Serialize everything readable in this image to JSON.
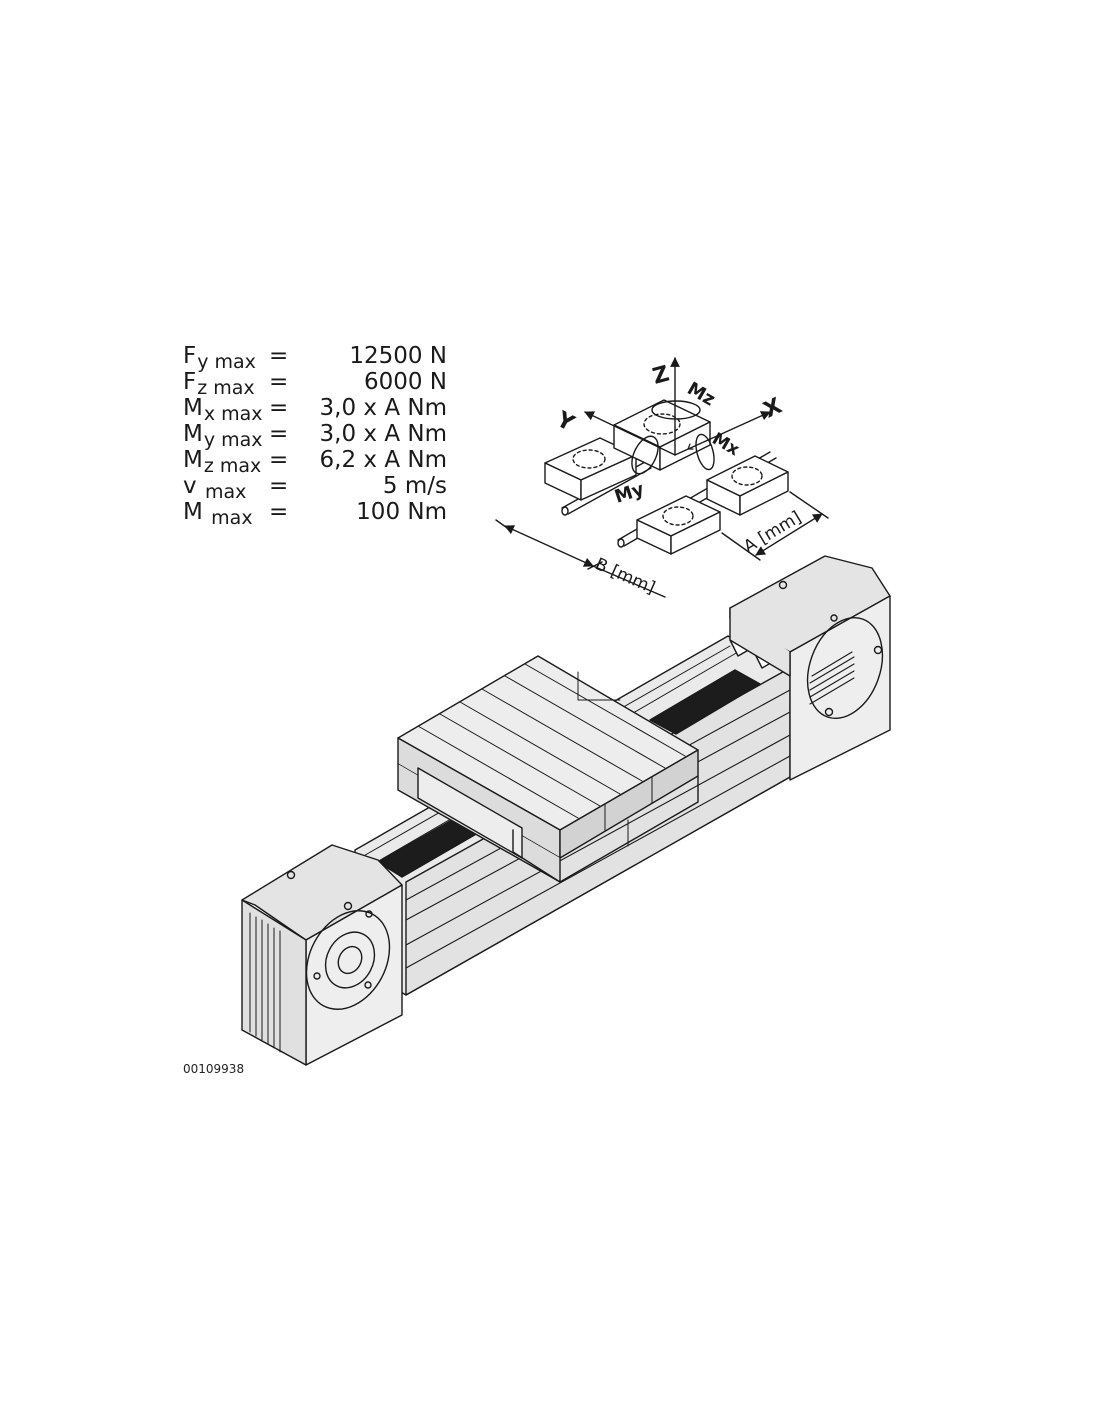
{
  "specs": [
    {
      "sym": "F",
      "sub": "y max",
      "eq": "=",
      "val": "12500 N"
    },
    {
      "sym": "F",
      "sub": "z max",
      "eq": "=",
      "val": "6000 N"
    },
    {
      "sym": "M",
      "sub": "x max",
      "eq": "=",
      "val": "3,0 x A Nm"
    },
    {
      "sym": "M",
      "sub": "y max",
      "eq": "=",
      "val": "3,0 x A Nm"
    },
    {
      "sym": "M",
      "sub": "z max",
      "eq": "=",
      "val": "6,2 x A Nm"
    },
    {
      "sym": "v",
      "sub": "max",
      "eq": "=",
      "val": "5 m/s"
    },
    {
      "sym": "M",
      "sub": "max",
      "eq": "=",
      "val": "100 Nm"
    }
  ],
  "axes": {
    "x": "X",
    "y": "Y",
    "z": "Z",
    "mx": "Mx",
    "my": "My",
    "mz": "Mz"
  },
  "dimensions": {
    "a": "A [mm]",
    "b": "B [mm]"
  },
  "drawing_id": "00109938",
  "colors": {
    "line": "#1a1a1a",
    "body": "#e8e8e8",
    "face_light": "#f2f2f2",
    "face_dark": "#cfcfcf",
    "belt": "#1c1c1c"
  }
}
